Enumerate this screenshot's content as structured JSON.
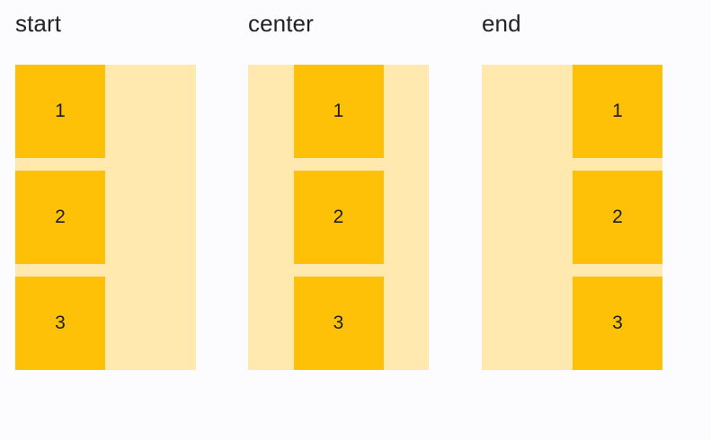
{
  "page": {
    "background_color": "#fcfcff",
    "text_color": "#232323"
  },
  "palette": {
    "item_color": "#ffc107",
    "container_color": "#ffe9ae",
    "item_text_color": "#1d1d1d"
  },
  "columns": [
    {
      "label": "start",
      "align": "flex-start",
      "items": [
        {
          "label": "1"
        },
        {
          "label": "2"
        },
        {
          "label": "3"
        }
      ]
    },
    {
      "label": "center",
      "align": "center",
      "items": [
        {
          "label": "1"
        },
        {
          "label": "2"
        },
        {
          "label": "3"
        }
      ]
    },
    {
      "label": "end",
      "align": "flex-end",
      "items": [
        {
          "label": "1"
        },
        {
          "label": "2"
        },
        {
          "label": "3"
        }
      ]
    }
  ]
}
